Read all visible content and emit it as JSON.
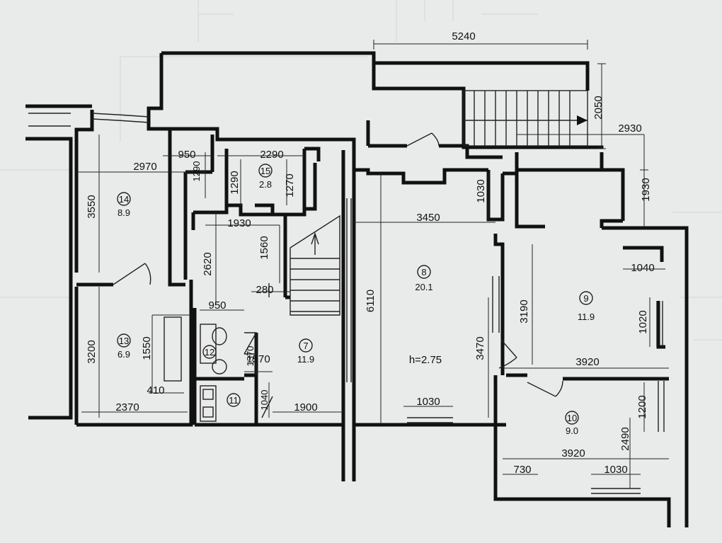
{
  "floor_plan": {
    "dimensions": {
      "d5240": "5240",
      "d2050": "2050",
      "d2930": "2930",
      "d1930": "1930",
      "d950a": "950",
      "d2970": "2970",
      "d1290a": "1290",
      "d2290": "2290",
      "d1290b": "1290",
      "d1270": "1270",
      "d3550": "3550",
      "d1930b": "1930",
      "d1560": "1560",
      "d2620": "2620",
      "d280": "280",
      "d3450": "3450",
      "d1030a": "1030",
      "d6110": "6110",
      "d1040": "1040",
      "d3190": "3190",
      "d1020": "1020",
      "d950b": "950",
      "d3470": "3470",
      "d3920a": "3920",
      "d3200": "3200",
      "d1550": "1550",
      "d1570": "1570",
      "d410": "410",
      "d1370": "1370",
      "d1040b": "1040",
      "d2370": "2370",
      "d1900": "1900",
      "d1030b": "1030",
      "d1200": "1200",
      "d2490": "2490",
      "d3920b": "3920",
      "d730": "730",
      "d1030c": "1030"
    },
    "rooms": [
      {
        "number": "14",
        "area": "8.9"
      },
      {
        "number": "15",
        "area": "2.8"
      },
      {
        "number": "13",
        "area": "6.9"
      },
      {
        "number": "12",
        "area": ""
      },
      {
        "number": "11",
        "area": ""
      },
      {
        "number": "7",
        "area": "11.9"
      },
      {
        "number": "8",
        "area": "20.1"
      },
      {
        "number": "9",
        "area": "11.9"
      },
      {
        "number": "10",
        "area": "9.0"
      }
    ],
    "ceiling_height": "h=2.75"
  }
}
